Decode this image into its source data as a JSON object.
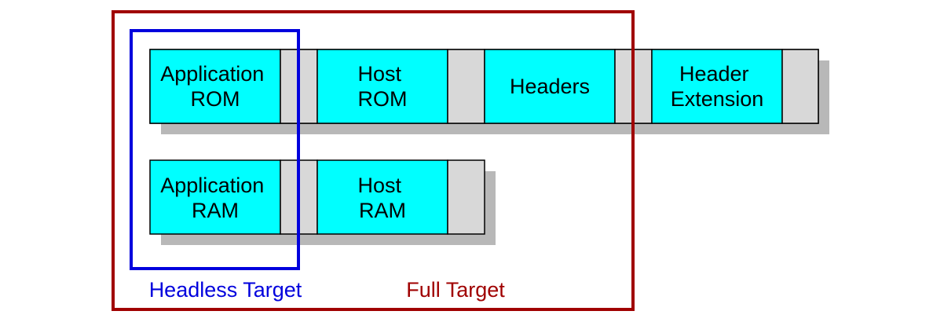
{
  "rom_row": {
    "blocks": [
      {
        "id": "application-rom",
        "lines": [
          "Application",
          "ROM"
        ]
      },
      {
        "id": "host-rom",
        "lines": [
          "Host",
          "ROM"
        ]
      },
      {
        "id": "headers",
        "lines": [
          "Headers"
        ]
      },
      {
        "id": "header-extension",
        "lines": [
          "Header",
          "Extension"
        ]
      }
    ]
  },
  "ram_row": {
    "blocks": [
      {
        "id": "application-ram",
        "lines": [
          "Application",
          "RAM"
        ]
      },
      {
        "id": "host-ram",
        "lines": [
          "Host",
          "RAM"
        ]
      }
    ]
  },
  "headless_target": {
    "label": "Headless Target",
    "color": "#0000dd"
  },
  "full_target": {
    "label": "Full Target",
    "color": "#a00000"
  },
  "colors": {
    "block_fill": "#00ffff",
    "gap_fill": "#d8d8d8",
    "shadow": "#b8b8b8",
    "outline": "#000000"
  }
}
